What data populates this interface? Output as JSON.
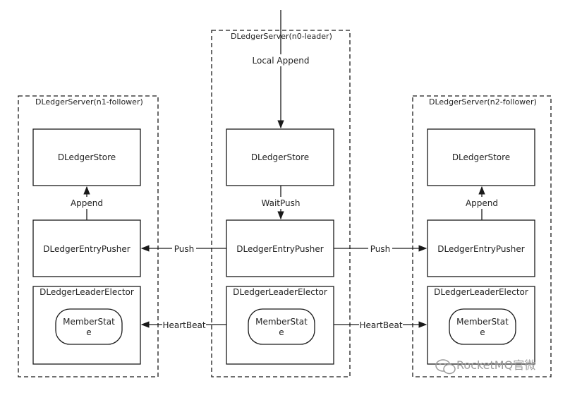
{
  "servers": [
    {
      "id": "n1",
      "title": "DLedgerServer(n1-follower)",
      "store": "DLedgerStore",
      "append_label": "Append",
      "pusher": "DLedgerEntryPusher",
      "elector": "DLedgerLeaderElector",
      "member_state": [
        "MemberStat",
        "e"
      ]
    },
    {
      "id": "n0",
      "title": "DLedgerServer(n0-leader)",
      "incoming_label": "Local Append",
      "store": "DLedgerStore",
      "waitpush_label": "WaitPush",
      "pusher": "DLedgerEntryPusher",
      "elector": "DLedgerLeaderElector",
      "member_state": [
        "MemberStat",
        "e"
      ]
    },
    {
      "id": "n2",
      "title": "DLedgerServer(n2-follower)",
      "store": "DLedgerStore",
      "append_label": "Append",
      "pusher": "DLedgerEntryPusher",
      "elector": "DLedgerLeaderElector",
      "member_state": [
        "MemberStat",
        "e"
      ]
    }
  ],
  "edges": {
    "push_left": "Push",
    "push_right": "Push",
    "heartbeat_left": "HeartBeat",
    "heartbeat_right": "HeartBeat"
  },
  "watermark": {
    "brand": "RocketMQ官微"
  },
  "colors": {
    "stroke": "#1a1a1a",
    "text": "#222222",
    "watermark": "#9a9a9a"
  }
}
